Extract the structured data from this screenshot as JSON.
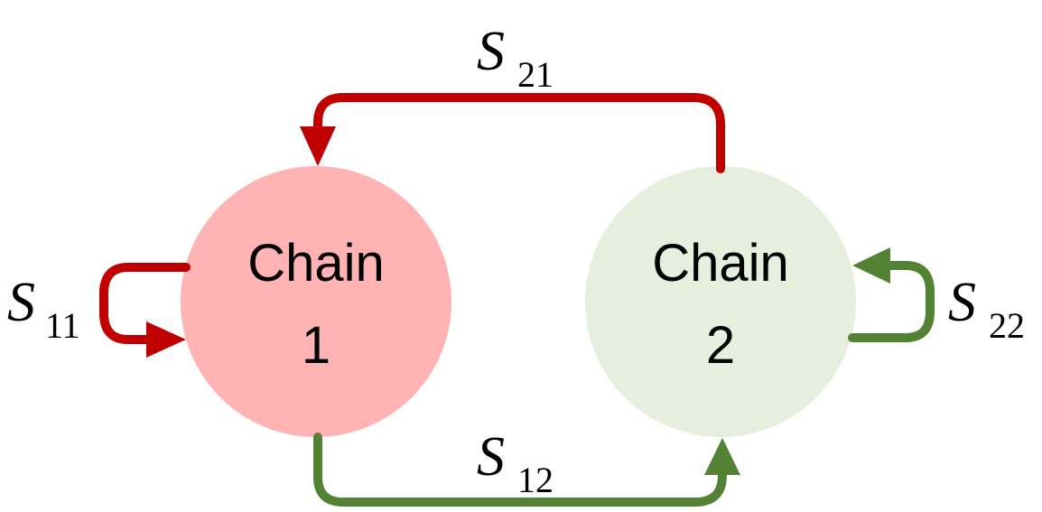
{
  "nodes": {
    "chain1": {
      "line1": "Chain",
      "line2": "1",
      "color": "#ffb3b3"
    },
    "chain2": {
      "line1": "Chain",
      "line2": "2",
      "color": "#e6efdd"
    }
  },
  "edges": {
    "s11": {
      "main": "S",
      "sub": "11",
      "color": "#c00000"
    },
    "s21": {
      "main": "S",
      "sub": "21",
      "color": "#c00000"
    },
    "s12": {
      "main": "S",
      "sub": "12",
      "color": "#548235"
    },
    "s22": {
      "main": "S",
      "sub": "22",
      "color": "#548235"
    }
  }
}
